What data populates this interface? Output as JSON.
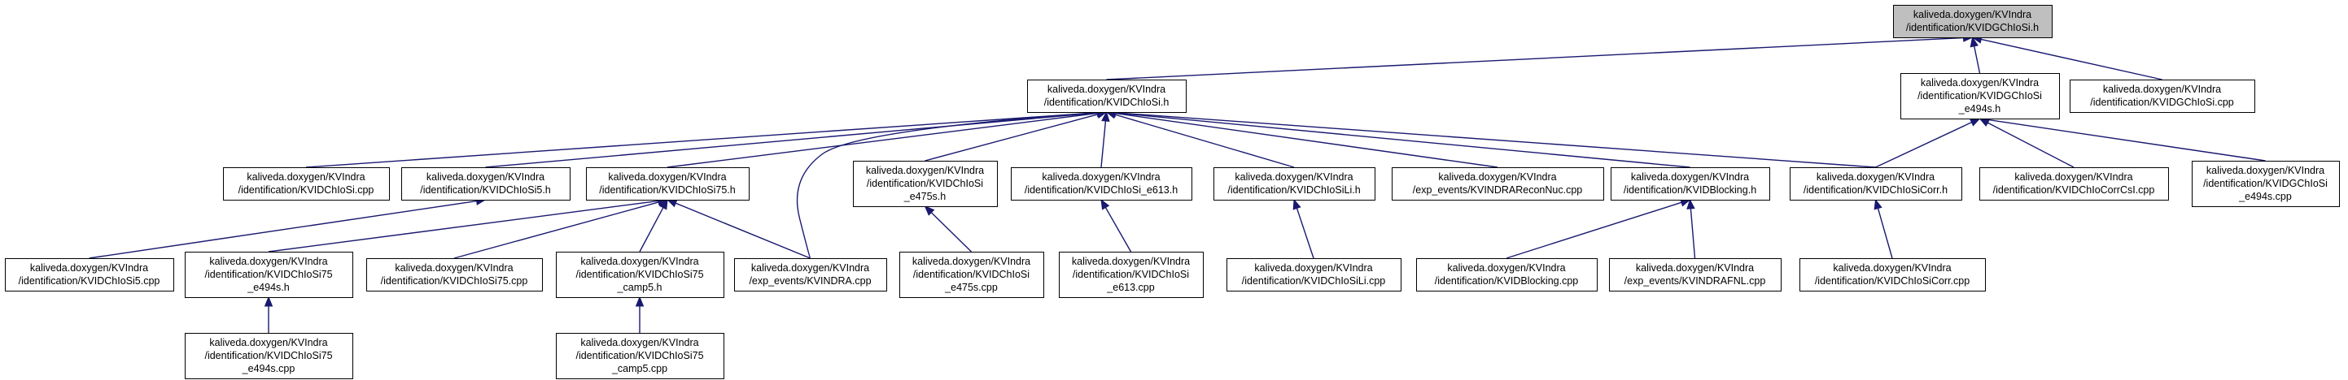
{
  "colors": {
    "edge": "#191970",
    "root_fill": "#bfbfbf",
    "node_fill": "#ffffff",
    "border": "#000000",
    "text": "#000000"
  },
  "nodes": [
    {
      "id": "root",
      "lines": [
        "kaliveda.doxygen/KVIndra",
        "/identification/KVIDGChIoSi.h"
      ],
      "root": true
    },
    {
      "id": "chiosi_h",
      "lines": [
        "kaliveda.doxygen/KVIndra",
        "/identification/KVIDChIoSi.h"
      ]
    },
    {
      "id": "e494s_h",
      "lines": [
        "kaliveda.doxygen/KVIndra",
        "/identification/KVIDGChIoSi",
        "_e494s.h"
      ]
    },
    {
      "id": "g_cpp",
      "lines": [
        "kaliveda.doxygen/KVIndra",
        "/identification/KVIDGChIoSi.cpp"
      ]
    },
    {
      "id": "chiosi_cpp",
      "lines": [
        "kaliveda.doxygen/KVIndra",
        "/identification/KVIDChIoSi.cpp"
      ]
    },
    {
      "id": "si5_h",
      "lines": [
        "kaliveda.doxygen/KVIndra",
        "/identification/KVIDChIoSi5.h"
      ]
    },
    {
      "id": "si75_h",
      "lines": [
        "kaliveda.doxygen/KVIndra",
        "/identification/KVIDChIoSi75.h"
      ]
    },
    {
      "id": "e475s_h",
      "lines": [
        "kaliveda.doxygen/KVIndra",
        "/identification/KVIDChIoSi",
        "_e475s.h"
      ]
    },
    {
      "id": "e613_h",
      "lines": [
        "kaliveda.doxygen/KVIndra",
        "/identification/KVIDChIoSi_e613.h"
      ]
    },
    {
      "id": "sili_h",
      "lines": [
        "kaliveda.doxygen/KVIndra",
        "/identification/KVIDChIoSiLi.h"
      ]
    },
    {
      "id": "recon_cpp",
      "lines": [
        "kaliveda.doxygen/KVIndra",
        "/exp_events/KVINDRAReconNuc.cpp"
      ]
    },
    {
      "id": "blocking_h",
      "lines": [
        "kaliveda.doxygen/KVIndra",
        "/identification/KVIDBlocking.h"
      ]
    },
    {
      "id": "corr_h",
      "lines": [
        "kaliveda.doxygen/KVIndra",
        "/identification/KVIDChIoSiCorr.h"
      ]
    },
    {
      "id": "corrcsi_cpp",
      "lines": [
        "kaliveda.doxygen/KVIndra",
        "/identification/KVIDChIoCorrCsI.cpp"
      ]
    },
    {
      "id": "ge494s_cpp",
      "lines": [
        "kaliveda.doxygen/KVIndra",
        "/identification/KVIDGChIoSi",
        "_e494s.cpp"
      ]
    },
    {
      "id": "si5_cpp",
      "lines": [
        "kaliveda.doxygen/KVIndra",
        "/identification/KVIDChIoSi5.cpp"
      ]
    },
    {
      "id": "si75e494_h",
      "lines": [
        "kaliveda.doxygen/KVIndra",
        "/identification/KVIDChIoSi75",
        "_e494s.h"
      ]
    },
    {
      "id": "si75_cpp",
      "lines": [
        "kaliveda.doxygen/KVIndra",
        "/identification/KVIDChIoSi75.cpp"
      ]
    },
    {
      "id": "camp5_h",
      "lines": [
        "kaliveda.doxygen/KVIndra",
        "/identification/KVIDChIoSi75",
        "_camp5.h"
      ]
    },
    {
      "id": "kvindra_cpp",
      "lines": [
        "kaliveda.doxygen/KVIndra",
        "/exp_events/KVINDRA.cpp"
      ]
    },
    {
      "id": "e475s_cpp",
      "lines": [
        "kaliveda.doxygen/KVIndra",
        "/identification/KVIDChIoSi",
        "_e475s.cpp"
      ]
    },
    {
      "id": "e613_cpp",
      "lines": [
        "kaliveda.doxygen/KVIndra",
        "/identification/KVIDChIoSi",
        "_e613.cpp"
      ]
    },
    {
      "id": "sili_cpp",
      "lines": [
        "kaliveda.doxygen/KVIndra",
        "/identification/KVIDChIoSiLi.cpp"
      ]
    },
    {
      "id": "blocking_cpp",
      "lines": [
        "kaliveda.doxygen/KVIndra",
        "/identification/KVIDBlocking.cpp"
      ]
    },
    {
      "id": "fnl_cpp",
      "lines": [
        "kaliveda.doxygen/KVIndra",
        "/exp_events/KVINDRAFNL.cpp"
      ]
    },
    {
      "id": "corr_cpp",
      "lines": [
        "kaliveda.doxygen/KVIndra",
        "/identification/KVIDChIoSiCorr.cpp"
      ]
    },
    {
      "id": "si75e494_cpp",
      "lines": [
        "kaliveda.doxygen/KVIndra",
        "/identification/KVIDChIoSi75",
        "_e494s.cpp"
      ]
    },
    {
      "id": "camp5_cpp",
      "lines": [
        "kaliveda.doxygen/KVIndra",
        "/identification/KVIDChIoSi75",
        "_camp5.cpp"
      ]
    }
  ],
  "edges": [
    {
      "from": "chiosi_h",
      "to": "root"
    },
    {
      "from": "e494s_h",
      "to": "root"
    },
    {
      "from": "g_cpp",
      "to": "root"
    },
    {
      "from": "chiosi_cpp",
      "to": "chiosi_h"
    },
    {
      "from": "si5_h",
      "to": "chiosi_h"
    },
    {
      "from": "si75_h",
      "to": "chiosi_h"
    },
    {
      "from": "kvindra_cpp",
      "to": "chiosi_h"
    },
    {
      "from": "e475s_h",
      "to": "chiosi_h"
    },
    {
      "from": "e613_h",
      "to": "chiosi_h"
    },
    {
      "from": "sili_h",
      "to": "chiosi_h"
    },
    {
      "from": "recon_cpp",
      "to": "chiosi_h"
    },
    {
      "from": "blocking_h",
      "to": "chiosi_h"
    },
    {
      "from": "corr_h",
      "to": "chiosi_h"
    },
    {
      "from": "corr_h",
      "to": "e494s_h"
    },
    {
      "from": "corrcsi_cpp",
      "to": "e494s_h"
    },
    {
      "from": "ge494s_cpp",
      "to": "e494s_h"
    },
    {
      "from": "si5_cpp",
      "to": "si5_h"
    },
    {
      "from": "si75e494_h",
      "to": "si75_h"
    },
    {
      "from": "si75_cpp",
      "to": "si75_h"
    },
    {
      "from": "camp5_h",
      "to": "si75_h"
    },
    {
      "from": "kvindra_cpp",
      "to": "si75_h"
    },
    {
      "from": "si75e494_cpp",
      "to": "si75e494_h"
    },
    {
      "from": "camp5_cpp",
      "to": "camp5_h"
    },
    {
      "from": "e475s_cpp",
      "to": "e475s_h"
    },
    {
      "from": "e613_cpp",
      "to": "e613_h"
    },
    {
      "from": "sili_cpp",
      "to": "sili_h"
    },
    {
      "from": "blocking_cpp",
      "to": "blocking_h"
    },
    {
      "from": "fnl_cpp",
      "to": "blocking_h"
    },
    {
      "from": "corr_cpp",
      "to": "corr_h"
    }
  ]
}
